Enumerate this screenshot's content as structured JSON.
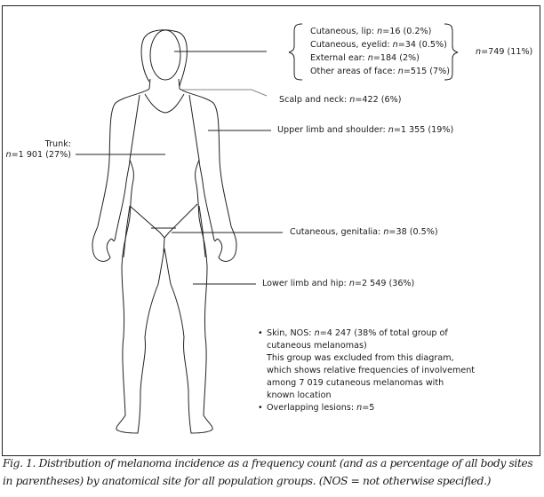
{
  "face_sites": [
    {
      "label": "Cutaneous, lip: ",
      "n": "n",
      "value": "=16 (0.2%)"
    },
    {
      "label": "Cutaneous, eyelid: ",
      "n": "n",
      "value": "=34 (0.5%)"
    },
    {
      "label": "External ear: ",
      "n": "n",
      "value": "=184 (2%)"
    },
    {
      "label": "Other areas of face: ",
      "n": "n",
      "value": "=515 (7%)"
    }
  ],
  "face_total": {
    "n": "n",
    "value": "=749 (11%)"
  },
  "scalp": {
    "label": "Scalp and neck: ",
    "n": "n",
    "value": "=422 (6%)"
  },
  "upper_limb": {
    "label": "Upper limb and shoulder: ",
    "n": "n",
    "value": "=1 355 (19%)"
  },
  "trunk": {
    "label": "Trunk:",
    "n": "n",
    "value": "=1 901 (27%)"
  },
  "genitalia": {
    "label": "Cutaneous, genitalia: ",
    "n": "n",
    "value": "=38 (0.5%)"
  },
  "lower_limb": {
    "label": "Lower limb and hip: ",
    "n": "n",
    "value": "=2 549 (36%)"
  },
  "notes": {
    "skin_nos_label": "Skin, NOS: ",
    "skin_nos_n": "n",
    "skin_nos_value": "=4 247 (38% of total group of",
    "skin_nos_cont": "cutaneous melanomas)",
    "excluded_1": "This group was excluded from this diagram,",
    "excluded_2": "which shows relative frequencies of involvement",
    "excluded_3": "among 7 019 cutaneous melanomas with",
    "excluded_4": "known location",
    "overlap_label": "Overlapping lesions: ",
    "overlap_n": "n",
    "overlap_value": "=5"
  },
  "caption": "Fig. 1. Distribution of melanoma incidence as a frequency count (and as a percentage of all body sites in parentheses) by anatomical site for all population groups. (NOS = not otherwise specified.)"
}
